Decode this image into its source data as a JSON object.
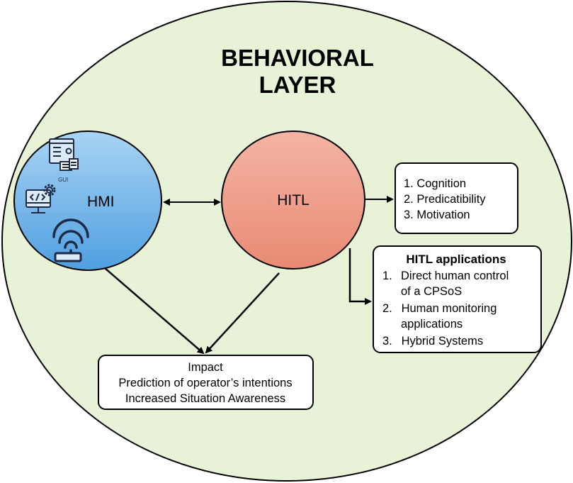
{
  "title": {
    "line1": "BEHAVIORAL",
    "line2": "LAYER"
  },
  "colors": {
    "outer_fill": "#e8f2d6",
    "hmi_fill_top": "#a9d4f4",
    "hmi_fill_bottom": "#4f9fe0",
    "hitl_fill_top": "#f4b4a4",
    "hitl_fill_bottom": "#e98a73",
    "stroke": "#000000",
    "icon_dark": "#1f2a44"
  },
  "hmi": {
    "label": "HMI",
    "gui_caption": "GUI"
  },
  "hitl": {
    "label": "HITL"
  },
  "factors": {
    "items": [
      "1. Cognition",
      "2. Predicatibility",
      "3. Motivation"
    ]
  },
  "applications": {
    "heading": "HITL applications",
    "items": [
      {
        "number": "1.",
        "lines": [
          "Direct human control",
          "of a CPSoS"
        ]
      },
      {
        "number": "2.",
        "lines": [
          " Human monitoring",
          "applications"
        ]
      },
      {
        "number": "3.",
        "lines": [
          " Hybrid Systems"
        ]
      }
    ]
  },
  "impact": {
    "lines": [
      "Impact",
      "Prediction of operator’s intentions",
      "Increased Situation Awareness"
    ]
  }
}
